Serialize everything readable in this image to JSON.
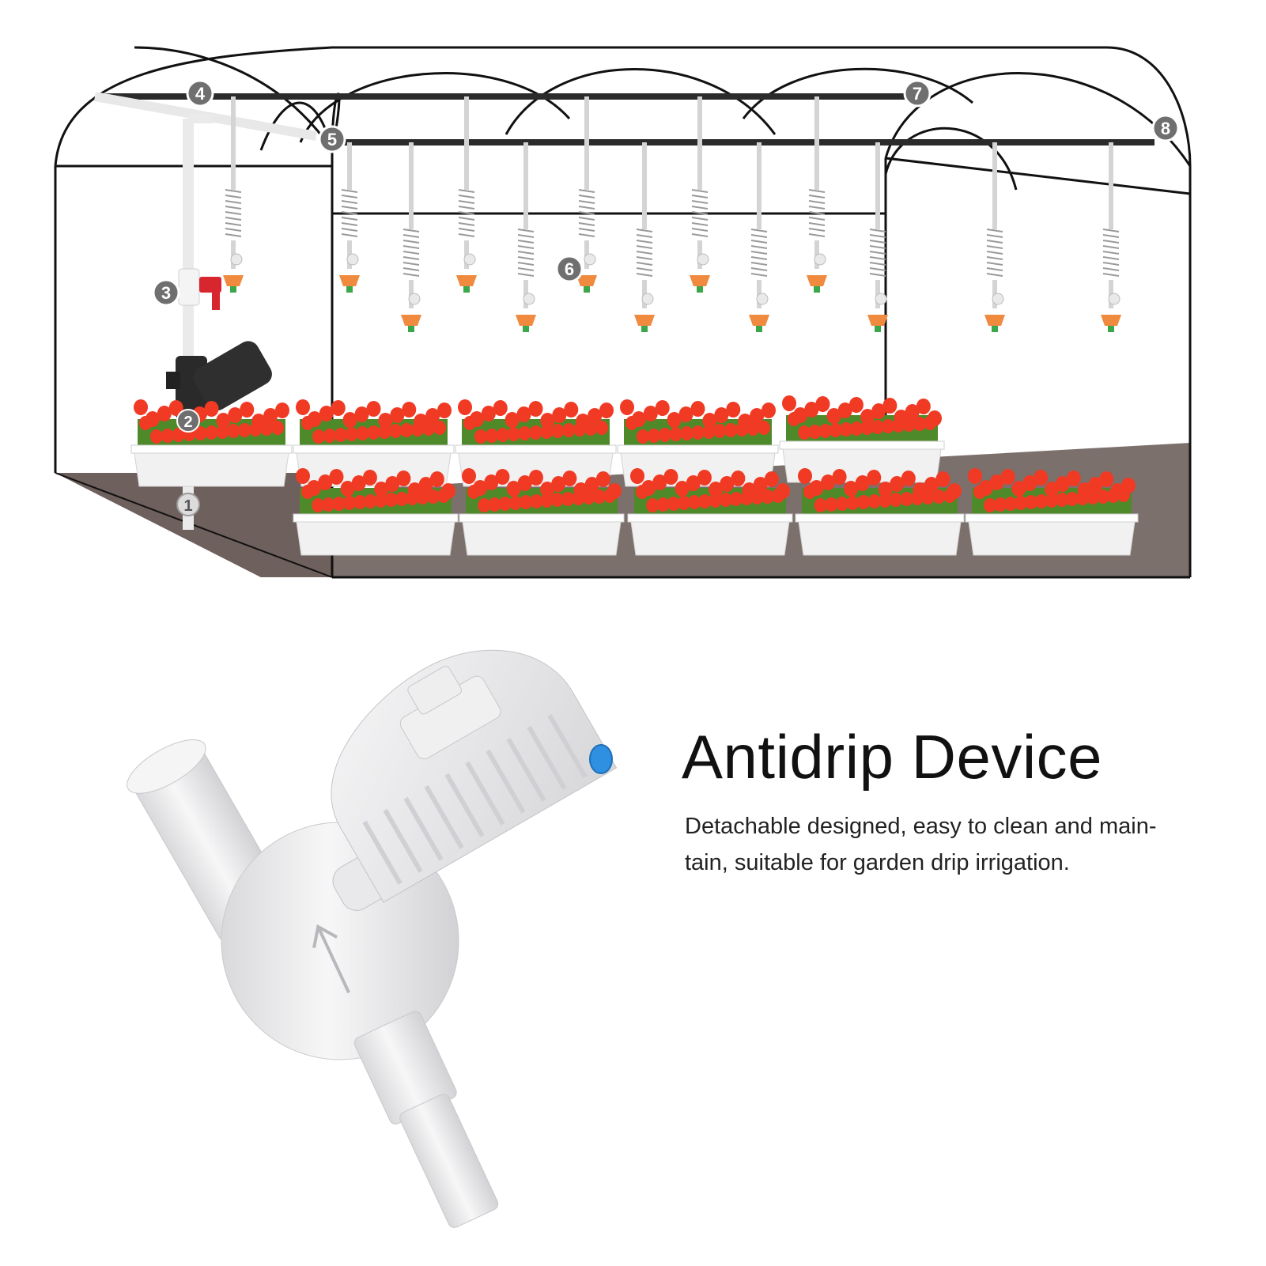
{
  "scene": {
    "callouts": [
      "1",
      "2",
      "3",
      "4",
      "5",
      "6",
      "7",
      "8"
    ]
  },
  "product": {
    "title": "Antidrip Device",
    "description_lines": [
      "Detachable designed, easy to clean and main-",
      "tain, suitable for garden drip irrigation."
    ]
  },
  "colors": {
    "flower": "#f03a24",
    "foliage": "#4f8a2a",
    "pot": "#f1f1f1",
    "floor": "#6e605c",
    "frame": "#111111",
    "pipe": "#2b2b2b",
    "valve_handle": "#d8262e",
    "nozzle": "#f08a3e",
    "nozzle_tip": "#3aa84a",
    "callout_badge": "#6f6f6f",
    "product_body": "#eeeeef",
    "product_accent": "#2f8fe0"
  }
}
